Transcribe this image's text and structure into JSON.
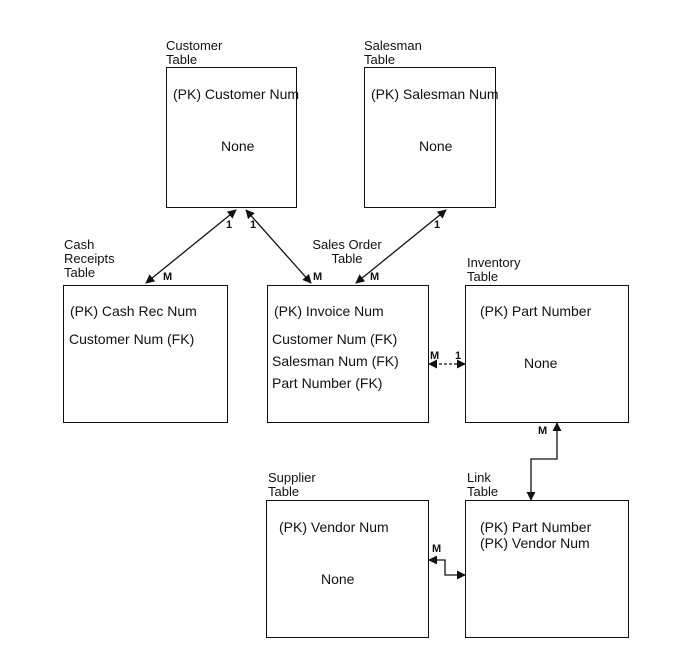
{
  "tables": {
    "customer": {
      "label": "Customer\nTable",
      "pk": "(PK) Customer Num",
      "fk": "None"
    },
    "salesman": {
      "label": "Salesman\nTable",
      "pk": "(PK) Salesman Num",
      "fk": "None"
    },
    "cash_receipts": {
      "label": "Cash\nReceipts\nTable",
      "pk": "(PK) Cash Rec Num",
      "fk1": "Customer Num (FK)"
    },
    "sales_order": {
      "label": "Sales Order\nTable",
      "pk": "(PK) Invoice Num",
      "fk1": "Customer Num (FK)",
      "fk2": "Salesman Num (FK)",
      "fk3": "Part Number (FK)"
    },
    "inventory": {
      "label": "Inventory\nTable",
      "pk": "(PK) Part Number",
      "fk": "None"
    },
    "supplier": {
      "label": "Supplier\nTable",
      "pk": "(PK) Vendor Num",
      "fk": "None"
    },
    "link": {
      "label": "Link\nTable",
      "pk1": "(PK) Part Number",
      "pk2": "(PK) Vendor Num"
    }
  },
  "cardinality": {
    "one": "1",
    "many": "M"
  }
}
